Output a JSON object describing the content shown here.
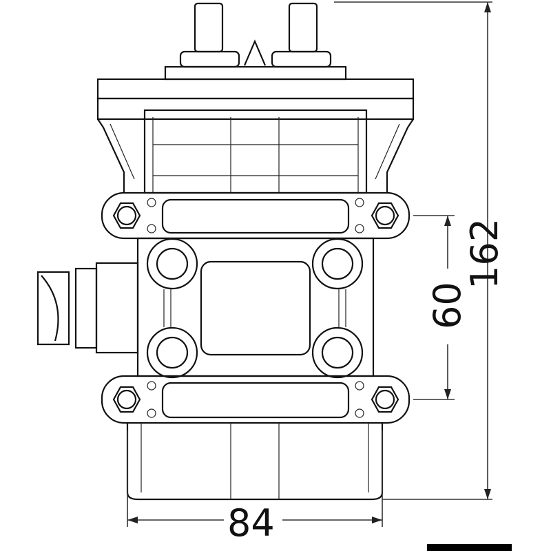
{
  "dimensions": {
    "height_total": "162",
    "mount_spacing": "60",
    "width": "84"
  }
}
